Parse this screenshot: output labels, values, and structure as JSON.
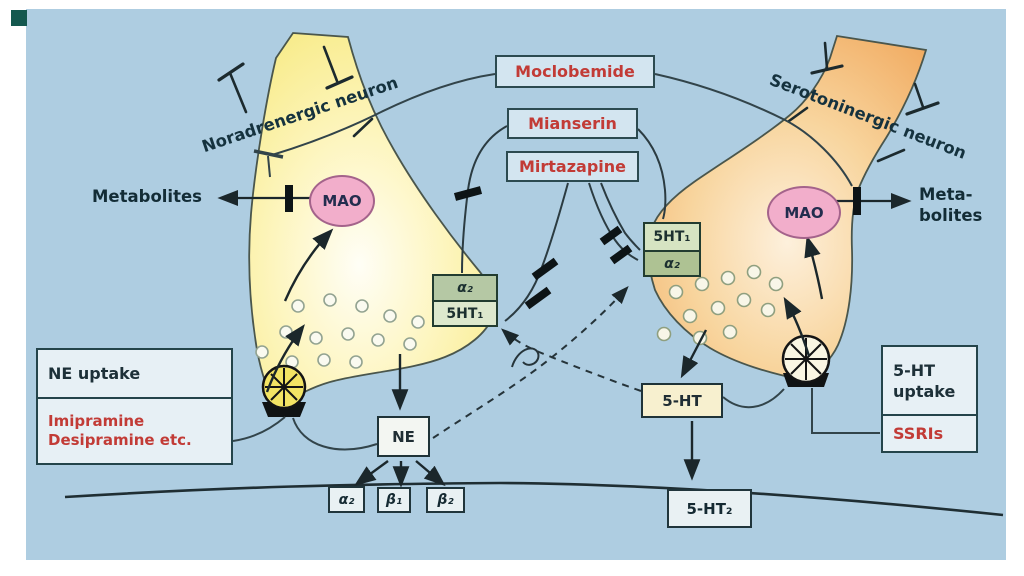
{
  "neurons": {
    "left": "Noradrenergic neuron",
    "right": "Serotoninergic neuron"
  },
  "enzymes": {
    "mao": "MAO"
  },
  "outputs": {
    "metabolites_left": "Metabolites",
    "metabolites_right_l1": "Meta-",
    "metabolites_right_l2": "bolites"
  },
  "drugs": {
    "moclobemide": "Moclobemide",
    "mianserin": "Mianserin",
    "mirtazapine": "Mirtazapine",
    "imipramine": "Imipramine",
    "desipramine": "Desipramine etc.",
    "ssris": "SSRIs"
  },
  "uptake": {
    "ne": "NE uptake",
    "ht": "5-HT uptake"
  },
  "transmitters": {
    "ne": "NE",
    "ht": "5-HT"
  },
  "receptors": {
    "left_pre_top": "α₂",
    "left_pre_bottom": "5HT₁",
    "right_pre_top": "5HT₁",
    "right_pre_bottom": "α₂",
    "post_alpha2": "α₂",
    "post_beta1": "β₁",
    "post_beta2": "β₂",
    "post_ht2": "5-HT₂"
  },
  "colors": {
    "background": "#aecde1",
    "left_neuron": "#f6e878",
    "right_neuron": "#f0a65a",
    "mao_fill": "#f2aecb",
    "drug_text": "#c23b36",
    "line": "#2c3c42",
    "corner_marker": "#14584e"
  }
}
